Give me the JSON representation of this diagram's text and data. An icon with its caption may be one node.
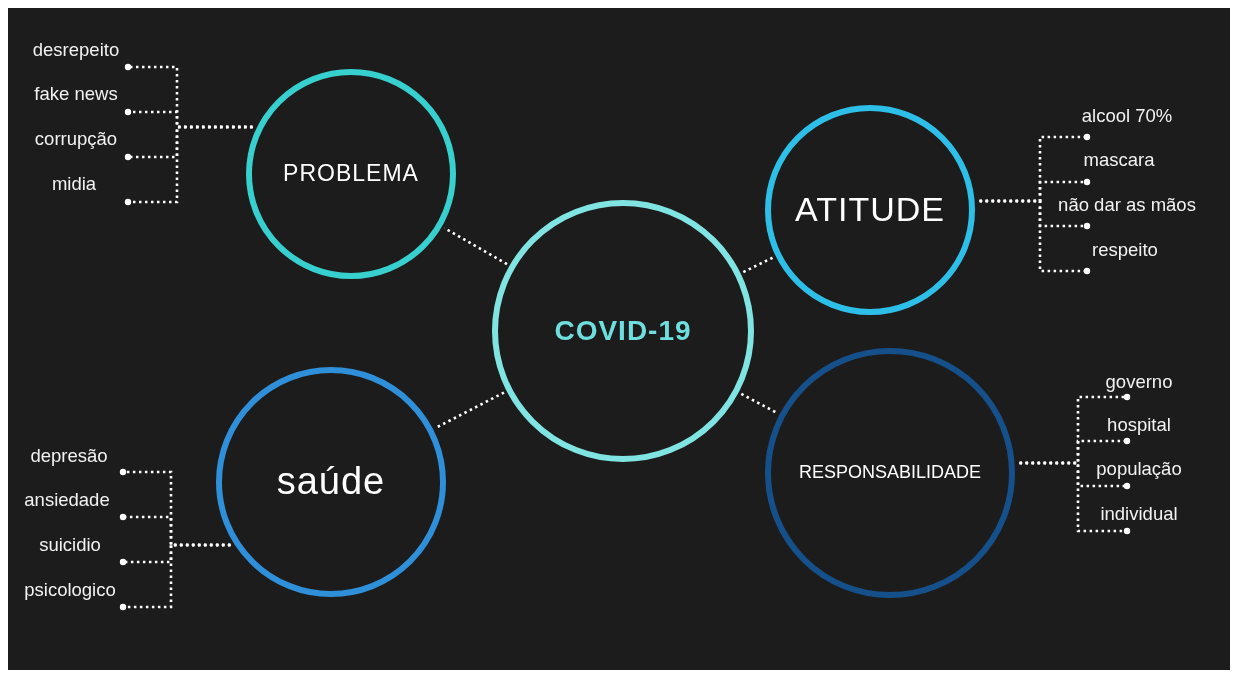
{
  "diagram": {
    "nodes": [
      {
        "text": [
          "PROBLEMA"
        ]
      },
      {
        "text": [
          "desrepeito"
        ]
      },
      {
        "text": [
          "fake news"
        ]
      },
      {
        "text": [
          "corrupção"
        ]
      },
      {
        "text": [
          "midia"
        ]
      },
      {
        "text": [
          "ATITUDE"
        ]
      },
      {
        "text": [
          "alcool 70%"
        ]
      },
      {
        "text": [
          "mascara"
        ]
      },
      {
        "text": [
          "não dar as mãos"
        ]
      },
      {
        "text": [
          "respeito"
        ]
      },
      {
        "text": [
          "COVID-19"
        ]
      },
      {
        "text": [
          "saúde"
        ]
      },
      {
        "text": [
          "depresão"
        ]
      },
      {
        "text": [
          "ansiedade"
        ]
      },
      {
        "text": [
          "suicidio"
        ]
      },
      {
        "text": [
          "psicologico"
        ]
      },
      {
        "text": [
          "RESPONSABILIDADE"
        ]
      },
      {
        "text": [
          "governo"
        ]
      },
      {
        "text": [
          "hospital"
        ]
      },
      {
        "text": [
          "população"
        ]
      },
      {
        "text": [
          "individual"
        ]
      }
    ],
    "edges": [
      {
        "from": 10,
        "to": 0,
        "arrow": "none",
        "style": "dashed"
      },
      {
        "from": 10,
        "to": 5,
        "arrow": "none",
        "style": "dashed"
      },
      {
        "from": 10,
        "to": 11,
        "arrow": "none",
        "style": "dashed"
      },
      {
        "from": 10,
        "to": 16,
        "arrow": "none",
        "style": "dashed"
      },
      {
        "from": 0,
        "to": 1,
        "arrow": "other",
        "style": "dashed"
      },
      {
        "from": 0,
        "to": 2,
        "arrow": "other",
        "style": "dashed"
      },
      {
        "from": 0,
        "to": 3,
        "arrow": "other",
        "style": "dashed"
      },
      {
        "from": 0,
        "to": 4,
        "arrow": "other",
        "style": "dashed"
      },
      {
        "from": 5,
        "to": 6,
        "arrow": "other",
        "style": "dashed"
      },
      {
        "from": 5,
        "to": 7,
        "arrow": "other",
        "style": "dashed"
      },
      {
        "from": 5,
        "to": 8,
        "arrow": "other",
        "style": "dashed"
      },
      {
        "from": 5,
        "to": 9,
        "arrow": "other",
        "style": "dashed"
      },
      {
        "from": 11,
        "to": 12,
        "arrow": "other",
        "style": "dashed"
      },
      {
        "from": 11,
        "to": 13,
        "arrow": "other",
        "style": "dashed"
      },
      {
        "from": 11,
        "to": 14,
        "arrow": "other",
        "style": "dashed"
      },
      {
        "from": 11,
        "to": 15,
        "arrow": "other",
        "style": "dashed"
      },
      {
        "from": 16,
        "to": 17,
        "arrow": "other",
        "style": "dashed"
      },
      {
        "from": 16,
        "to": 18,
        "arrow": "other",
        "style": "dashed"
      },
      {
        "from": 16,
        "to": 19,
        "arrow": "other",
        "style": "dashed"
      },
      {
        "from": 16,
        "to": 20,
        "arrow": "other",
        "style": "dashed"
      }
    ]
  }
}
